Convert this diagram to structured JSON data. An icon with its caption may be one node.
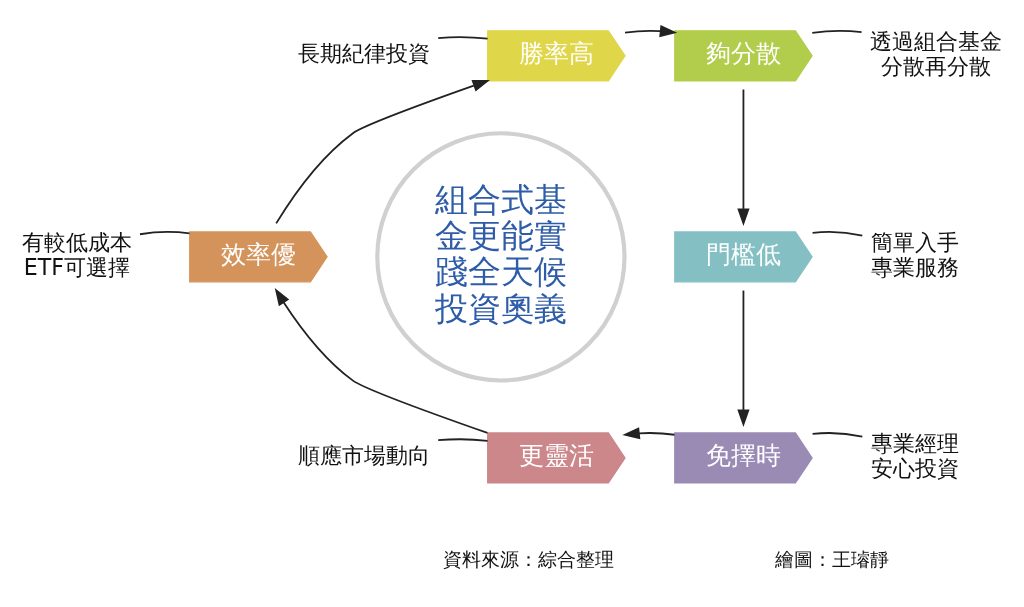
{
  "diagram": {
    "nodes": [
      {
        "text": [
          "組合式基金更能實踐全天候投資奧義"
        ]
      },
      {
        "text": [
          "勝率高"
        ]
      },
      {
        "text": [
          "夠分散"
        ]
      },
      {
        "text": [
          "門檻低"
        ]
      },
      {
        "text": [
          "免擇時"
        ]
      },
      {
        "text": [
          "更靈活"
        ]
      },
      {
        "text": [
          "效率優"
        ]
      },
      {
        "text": [
          "長期紀律投資"
        ]
      },
      {
        "text": [
          "透過組合基金分散再分散"
        ]
      },
      {
        "text": [
          "簡單入手專業服務"
        ]
      },
      {
        "text": [
          "專業經理安心投資"
        ]
      },
      {
        "text": [
          "順應市場動向"
        ]
      },
      {
        "text": [
          "有較低成本ETF可選擇"
        ]
      }
    ],
    "edges": [
      {
        "from": 1,
        "to": 2,
        "arrow": "to"
      },
      {
        "from": 2,
        "to": 3,
        "arrow": "to"
      },
      {
        "from": 3,
        "to": 4,
        "arrow": "to"
      },
      {
        "from": 4,
        "to": 5,
        "arrow": "to"
      },
      {
        "from": 5,
        "to": 6,
        "arrow": "to"
      },
      {
        "from": 6,
        "to": 1,
        "arrow": "to"
      },
      {
        "from": 7,
        "to": 1,
        "arrow": "none"
      },
      {
        "from": 8,
        "to": 2,
        "arrow": "none"
      },
      {
        "from": 9,
        "to": 3,
        "arrow": "none"
      },
      {
        "from": 10,
        "to": 4,
        "arrow": "none"
      },
      {
        "from": 11,
        "to": 5,
        "arrow": "none"
      },
      {
        "from": 12,
        "to": 6,
        "arrow": "none"
      }
    ],
    "labels": [
      "資料來源：綜合整理",
      "繪圖：王璿靜"
    ]
  }
}
